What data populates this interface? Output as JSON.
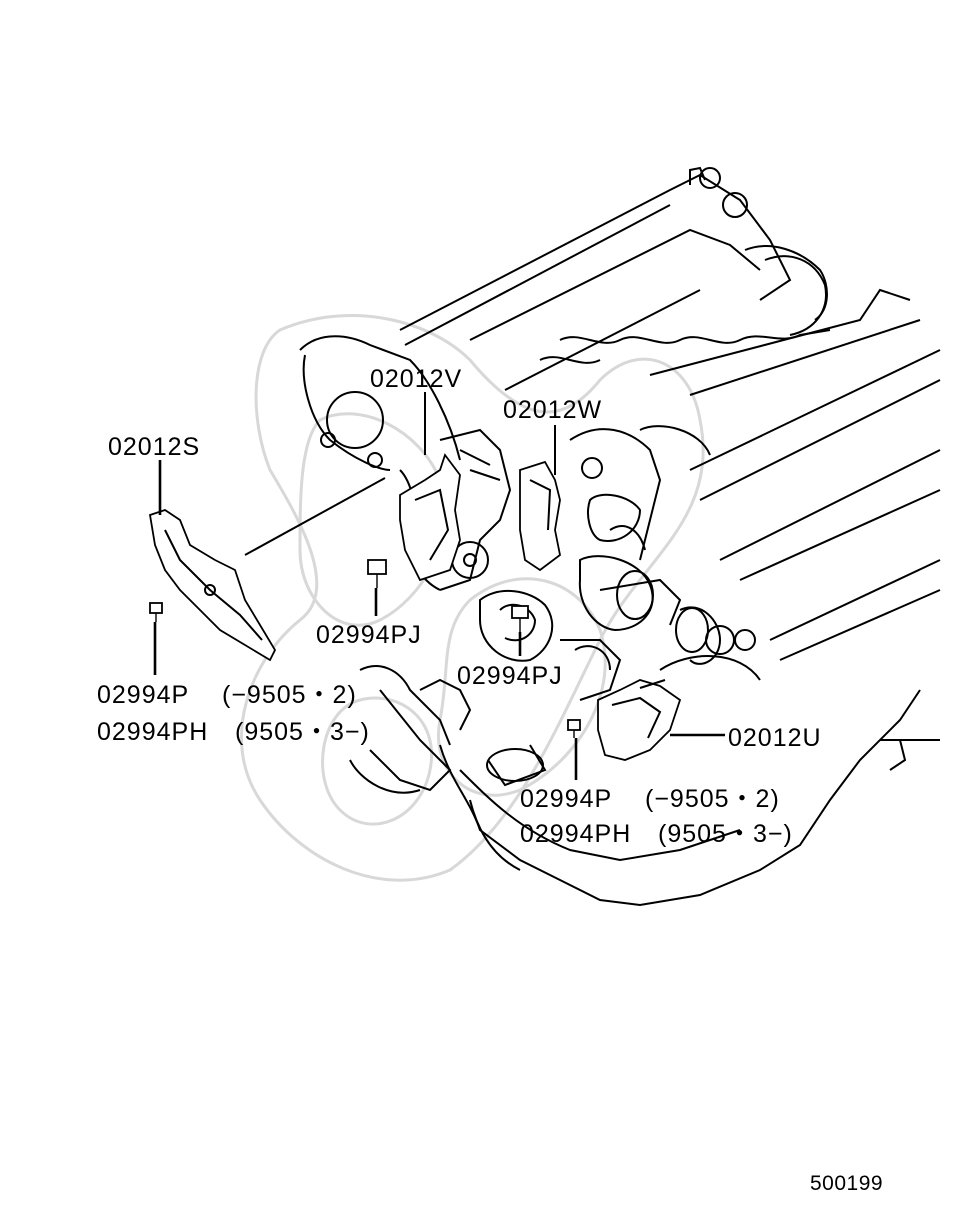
{
  "diagram": {
    "reference_code": "500199",
    "callouts": {
      "cover_2s": "02012S",
      "cover_2v": "02012V",
      "cover_2w": "02012W",
      "cover_2u": "02012U",
      "bolt_pj_left": "02994PJ",
      "bolt_pj_center": "02994PJ",
      "bolt_left_a": "02994P",
      "bolt_left_a_range": "(−9505・2)",
      "bolt_left_b": "02994PH",
      "bolt_left_b_range": "(9505・3−)",
      "bolt_right_a": "02994P",
      "bolt_right_a_range": "(−9505・2)",
      "bolt_right_b": "02994PH",
      "bolt_right_b_range": "(9505・3−)"
    }
  }
}
